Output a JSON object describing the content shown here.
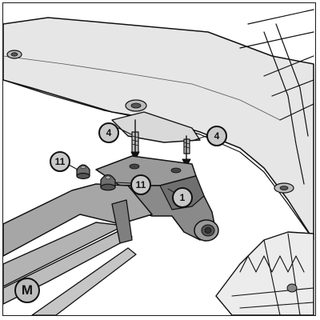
{
  "figure": {
    "letter": "M"
  },
  "callouts": {
    "screw_left": "4",
    "screw_right": "4",
    "cap_left": "11",
    "cap_right": "11",
    "bracket": "1"
  },
  "colors": {
    "line": "#111111",
    "panel_light": "#e6e6e6",
    "panel_mid": "#cfcfcf",
    "bracket": "#9a9a9a",
    "bracket_dark": "#6f6f6f",
    "callout_fill": "#c9c9c9"
  }
}
